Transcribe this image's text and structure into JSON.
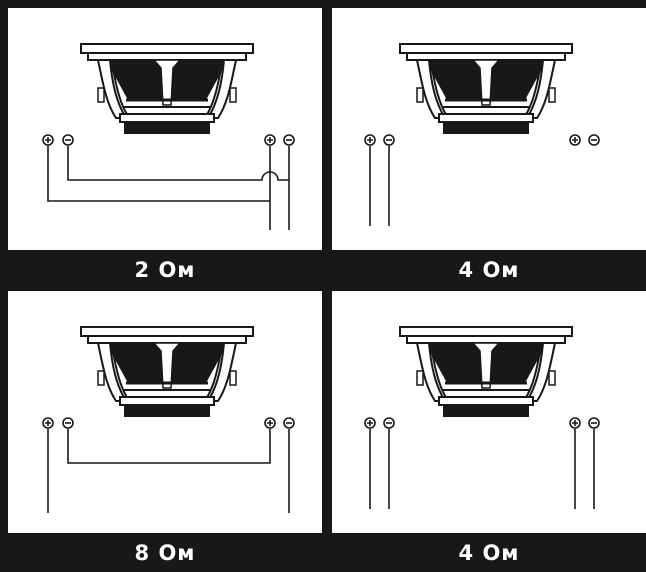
{
  "colors": {
    "ink": "#1a1718",
    "paper": "#ffffff"
  },
  "panels": [
    {
      "label": "2 Ом",
      "wiring": "parallel",
      "terminals": [
        "+",
        "−",
        "+",
        "−"
      ]
    },
    {
      "label": "4 Ом",
      "wiring": "single-coil",
      "terminals": [
        "+",
        "−",
        "+",
        "−"
      ]
    },
    {
      "label": "8 Ом",
      "wiring": "series",
      "terminals": [
        "+",
        "−",
        "+",
        "−"
      ]
    },
    {
      "label": "4 Ом",
      "wiring": "dual-independent",
      "terminals": [
        "+",
        "−",
        "+",
        "−"
      ]
    }
  ]
}
